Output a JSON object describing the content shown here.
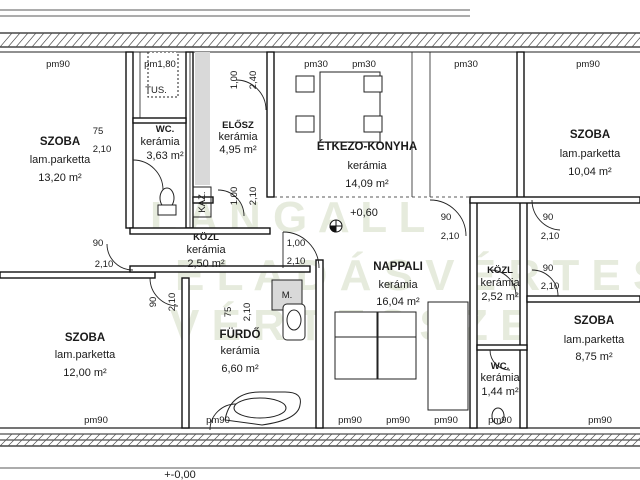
{
  "rooms": {
    "szoba_left_top": {
      "name": "SZOBA",
      "material": "lam.parketta",
      "area": "13,20 m²"
    },
    "wc_left": {
      "name": "WC.",
      "material": "kerámia",
      "area": "3,63 m²"
    },
    "eloesz": {
      "name": "ELŐSZ",
      "material": "kerámia",
      "area": "4,95 m²"
    },
    "etkezo": {
      "name": "ÉTKEZO-KONYHA",
      "material": "kerámia",
      "area": "14,09 m²"
    },
    "szoba_right_top": {
      "name": "SZOBA",
      "material": "lam.parketta",
      "area": "10,04 m²"
    },
    "kozl_left": {
      "name": "KÖZL",
      "material": "kerámia",
      "area": "2,50 m²"
    },
    "nappali": {
      "name": "NAPPALI",
      "material": "kerámia",
      "area": "16,04 m²"
    },
    "kozl_right": {
      "name": "KÖZL",
      "material": "kerámia",
      "area": "2,52 m²"
    },
    "szoba_left_bottom": {
      "name": "SZOBA",
      "material": "lam.parketta",
      "area": "12,00 m²"
    },
    "furdo": {
      "name": "FÜRDŐ",
      "material": "kerámia",
      "area": "6,60 m²"
    },
    "wc_right": {
      "name": "WC.",
      "material": "kerámia",
      "area": "1,44 m²"
    },
    "szoba_right_bottom": {
      "name": "SZOBA",
      "material": "lam.parketta",
      "area": "8,75 m²"
    }
  },
  "labels": {
    "tus": "TUS.",
    "kaz": "KAZ.",
    "m": "M.",
    "level": "+0,60",
    "base_level": "+-0,00"
  },
  "windows": {
    "top": [
      "pm90",
      "pm1,80",
      "pm30",
      "pm30",
      "pm30",
      "pm90"
    ],
    "bottom": [
      "pm90",
      "pm90",
      "pm90",
      "pm90",
      "pm90",
      "pm90",
      "pm90"
    ]
  },
  "door_dims": {
    "d75": "75",
    "d210": "2,10",
    "d90": "90",
    "d100": "1,00",
    "d240": "2,40"
  },
  "watermark": {
    "line1": "L A N G A L L",
    "line2": "E L A D Á S   V É R T E S",
    "line3": "V É R T E S S Z E"
  },
  "colors": {
    "wall": "#111111",
    "line": "#222222",
    "watermark": "#c9d3b6"
  }
}
